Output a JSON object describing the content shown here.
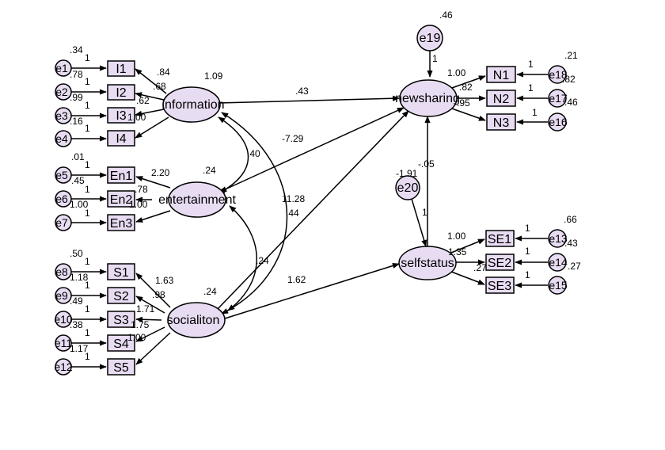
{
  "colors": {
    "node_fill": "#e8dcf2",
    "stroke": "#000000",
    "background": "#ffffff"
  },
  "latents": {
    "information": "information",
    "entertainment": "entertainment",
    "socialiton": "socialiton",
    "newsharing": "newsharing",
    "selfstatus": "selfstatus"
  },
  "indicators": {
    "I1": "I1",
    "I2": "I2",
    "I3": "I3",
    "I4": "I4",
    "En1": "En1",
    "En2": "En2",
    "En3": "En3",
    "S1": "S1",
    "S2": "S2",
    "S3": "S3",
    "S4": "S4",
    "S5": "S5",
    "N1": "N1",
    "N2": "N2",
    "N3": "N3",
    "SE1": "SE1",
    "SE2": "SE2",
    "SE3": "SE3"
  },
  "errors": {
    "e1": "e1",
    "e2": "e2",
    "e3": "e3",
    "e4": "e4",
    "e5": "e5",
    "e6": "e6",
    "e7": "e7",
    "e8": "e8",
    "e9": "e9",
    "e10": "e10",
    "e11": "e11",
    "e12": "e12",
    "e13": "e13",
    "e14": "e14",
    "e15": "e15",
    "e16": "e16",
    "e17": "e17",
    "e18": "e18",
    "e19": "e19",
    "e20": "e20"
  },
  "estimates": {
    "e1_var": ".34",
    "e2_var": ".78",
    "e3_var": ".99",
    "e4_var": ".16",
    "i_one_1": "1",
    "i_one_2": "1",
    "i_one_3": "1",
    "i_one_4": "1",
    "i_load_1": ".84",
    "i_load_2": ".68",
    "i_load_3": ".62",
    "i_load_4": "1.00",
    "information_var": "1.09",
    "e5_var": ".01",
    "e6_var": ".45",
    "e7_var": "1.00",
    "en_one_1": "1",
    "en_one_2": "1",
    "en_one_3": "1",
    "en_load_1": "2.20",
    "en_load_2": ".78",
    "en_load_3": "1.00",
    "entertainment_var": ".24",
    "e8_var": ".50",
    "e9_var": "1.18",
    "e10_var": ".49",
    "e11_var": ".38",
    "e12_var": "1.17",
    "s_one_1": "1",
    "s_one_2": "1",
    "s_one_3": "1",
    "s_one_4": "1",
    "s_one_5": "1",
    "s_load_1": "1.63",
    "s_load_2": ".98",
    "s_load_3": "1.71",
    "s_load_4": "1.75",
    "s_load_5": "1.00",
    "socialiton_var": ".24",
    "cov_info_ent": ".40",
    "cov_info_soc": ".44",
    "cov_ent_soc": ".24",
    "path_info_news": ".43",
    "path_ent_news": "-7.29",
    "path_soc_news": "11.28",
    "path_soc_self": "1.62",
    "path_self_news": "-.05",
    "e19_var": ".46",
    "e19_one": "1",
    "e20_var": "-1.91",
    "e20_one": "1",
    "n_load_1": "1.00",
    "n_load_2": ".82",
    "n_load_3": ".95",
    "n_one_1": "1",
    "n_one_2": "1",
    "n_one_3": "1",
    "e18_var": ".21",
    "e17_var": ".82",
    "e16_var": ".46",
    "se_load_1": "1.00",
    "se_load_2": "1.35",
    "se_load_3": ".27",
    "se_one_1": "1",
    "se_one_2": "1",
    "se_one_3": "1",
    "e13_var": ".66",
    "e14_var": ".43",
    "e15_var": ".27"
  }
}
